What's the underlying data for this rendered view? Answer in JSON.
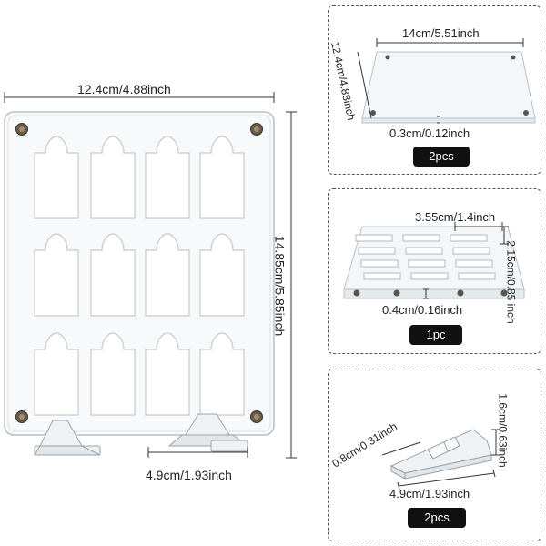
{
  "main": {
    "width_label": "12.4cm/4.88inch",
    "height_label": "14.85cm/5.85inch",
    "stand_label": "4.9cm/1.93inch"
  },
  "panel1": {
    "width_label": "14cm/5.51inch",
    "height_label": "12.4cm/4.88inch",
    "thickness_label": "0.3cm/0.12inch",
    "qty": "2pcs"
  },
  "panel2": {
    "slot_width_label": "3.55cm/1.4inch",
    "slot_height_label": "2.15cm/0.85 inch",
    "thickness_label": "0.4cm/0.16inch",
    "qty": "1pc"
  },
  "panel3": {
    "height_label": "1.6cm/0.63inch",
    "slot_label": "0.8cm/0.31inch",
    "width_label": "4.9cm/1.93inch",
    "qty": "2pcs"
  }
}
